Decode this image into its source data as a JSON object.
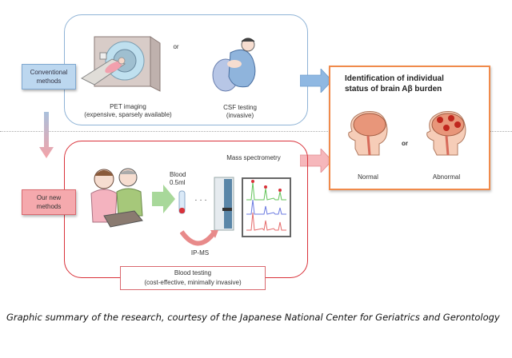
{
  "diagram": {
    "conventional": {
      "label_line1": "Conventional",
      "label_line2": "methods",
      "or_text": "or",
      "pet": {
        "title": "PET imaging",
        "subtitle": "(expensive, sparsely available)"
      },
      "csf": {
        "title": "CSF testing",
        "subtitle": "(invasive)"
      }
    },
    "new_method": {
      "label_line1": "Our new",
      "label_line2": "methods",
      "blood_line1": "Blood",
      "blood_line2": "0.5ml",
      "dots": "· · ·",
      "mass_spec": "Mass spectrometry",
      "ipms": "IP-MS",
      "blood_testing_title": "Blood testing",
      "blood_testing_subtitle": "(cost-effective, minimally invasive)"
    },
    "result": {
      "title_line1": "Identification of individual",
      "title_line2": "status of brain Aβ burden",
      "or_text": "or",
      "normal": "Normal",
      "abnormal": "Abnormal"
    },
    "colors": {
      "conventional_border": "#8fb3d6",
      "conventional_fill": "#bcd7ef",
      "new_border": "#d9323a",
      "new_fill": "#f5a9ad",
      "result_border": "#f08a4b",
      "arrow_green": "#a8d89a",
      "brain": "#e8967a",
      "plaque": "#c0261e"
    }
  },
  "caption": {
    "text": "Graphic summary of the research, courtesy of the Japanese National Center for Geriatrics and Gerontology"
  }
}
